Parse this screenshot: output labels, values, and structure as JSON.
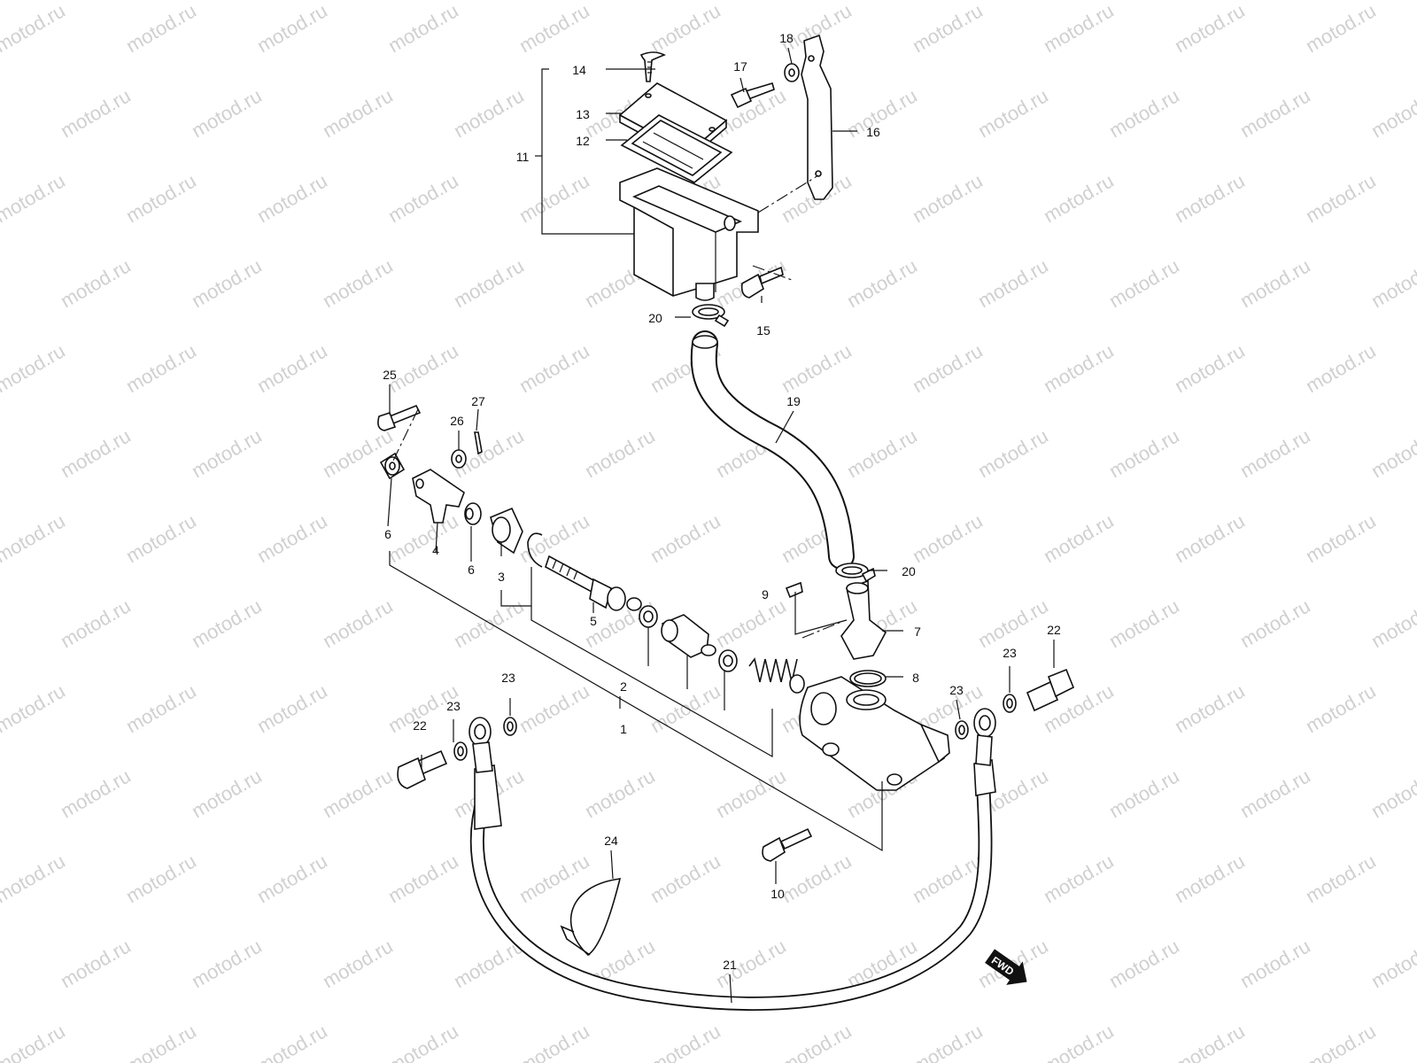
{
  "watermark": {
    "text": "motod.ru"
  },
  "diagram": {
    "callouts": {
      "p1": "1",
      "p2": "2",
      "p3": "3",
      "p4": "4",
      "p5": "5",
      "p6a": "6",
      "p6b": "6",
      "p7": "7",
      "p8": "8",
      "p9": "9",
      "p10": "10",
      "p11": "11",
      "p12": "12",
      "p13": "13",
      "p14": "14",
      "p15": "15",
      "p16": "16",
      "p17": "17",
      "p18": "18",
      "p19": "19",
      "p20a": "20",
      "p20b": "20",
      "p21": "21",
      "p22a": "22",
      "p22b": "22",
      "p23a": "23",
      "p23b": "23",
      "p23c": "23",
      "p23d": "23",
      "p24": "24",
      "p25": "25",
      "p26": "26",
      "p27": "27"
    },
    "fwd_badge": "FWD"
  }
}
